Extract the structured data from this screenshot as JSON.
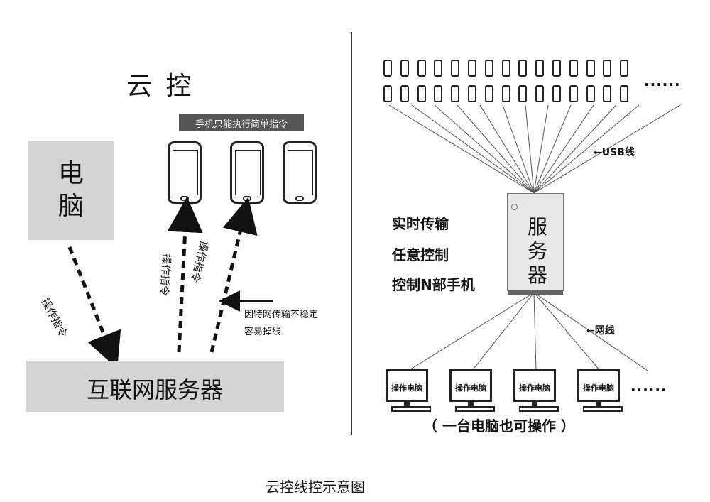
{
  "left": {
    "title": "云 控",
    "computer_label": "电\n脑",
    "phone_banner": "手机只能执行简单指令",
    "op_cmd_1": "操作指令",
    "op_cmd_2": "操作指令",
    "op_cmd_3": "操作指令",
    "note_line1": "因特网传输不稳定",
    "note_line2": "容易掉线",
    "internet_server": "互联网服务器"
  },
  "right": {
    "usb_label": "←USB线",
    "features": [
      "实时传输",
      "任意控制",
      "控制N部手机"
    ],
    "server_label": "服务器",
    "network_label": "←网线",
    "pc_label": "操作电脑",
    "ellipsis": "......",
    "caption": "（ 一台电脑也可操作 ）"
  },
  "footer_caption": "云控线控示意图",
  "colors": {
    "box_gray": "#d4d4d4",
    "banner_bg": "#555555",
    "line": "#333333"
  }
}
